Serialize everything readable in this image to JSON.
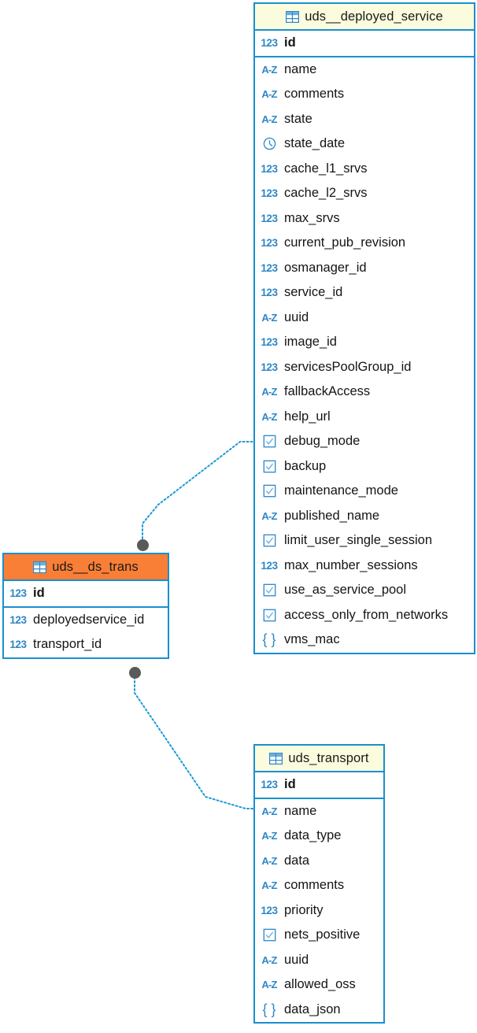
{
  "diagram": {
    "kind": "er-diagram",
    "colors": {
      "border": "#1a8fd0",
      "header_default": "#fbfbdd",
      "header_highlight": "#f97f36",
      "icon_blue": "#2d87c8",
      "link_line": "#1a9ad8",
      "endpoint": "#5a5a5a"
    }
  },
  "tables": [
    {
      "name": "uds__deployed_service",
      "header_style": "cream",
      "icon": "table-grid-icon",
      "primary_keys": [
        {
          "name": "id",
          "type": "numeric",
          "icon": "123"
        }
      ],
      "fields": [
        {
          "name": "name",
          "type": "string",
          "icon": "A-Z"
        },
        {
          "name": "comments",
          "type": "string",
          "icon": "A-Z"
        },
        {
          "name": "state",
          "type": "string",
          "icon": "A-Z"
        },
        {
          "name": "state_date",
          "type": "date",
          "icon": "clock"
        },
        {
          "name": "cache_l1_srvs",
          "type": "numeric",
          "icon": "123"
        },
        {
          "name": "cache_l2_srvs",
          "type": "numeric",
          "icon": "123"
        },
        {
          "name": "max_srvs",
          "type": "numeric",
          "icon": "123"
        },
        {
          "name": "current_pub_revision",
          "type": "numeric",
          "icon": "123"
        },
        {
          "name": "osmanager_id",
          "type": "numeric",
          "icon": "123"
        },
        {
          "name": "service_id",
          "type": "numeric",
          "icon": "123"
        },
        {
          "name": "uuid",
          "type": "string",
          "icon": "A-Z"
        },
        {
          "name": "image_id",
          "type": "numeric",
          "icon": "123"
        },
        {
          "name": "servicesPoolGroup_id",
          "type": "numeric",
          "icon": "123"
        },
        {
          "name": "fallbackAccess",
          "type": "string",
          "icon": "A-Z"
        },
        {
          "name": "help_url",
          "type": "string",
          "icon": "A-Z"
        },
        {
          "name": "debug_mode",
          "type": "boolean",
          "icon": "checkbox"
        },
        {
          "name": "backup",
          "type": "boolean",
          "icon": "checkbox"
        },
        {
          "name": "maintenance_mode",
          "type": "boolean",
          "icon": "checkbox"
        },
        {
          "name": "published_name",
          "type": "string",
          "icon": "A-Z"
        },
        {
          "name": "limit_user_single_session",
          "type": "boolean",
          "icon": "checkbox"
        },
        {
          "name": "max_number_sessions",
          "type": "numeric",
          "icon": "123"
        },
        {
          "name": "use_as_service_pool",
          "type": "boolean",
          "icon": "checkbox"
        },
        {
          "name": "access_only_from_networks",
          "type": "boolean",
          "icon": "checkbox"
        },
        {
          "name": "vms_mac",
          "type": "json",
          "icon": "{ }"
        }
      ]
    },
    {
      "name": "uds__ds_trans",
      "header_style": "orange",
      "icon": "table-grid-icon",
      "primary_keys": [
        {
          "name": "id",
          "type": "numeric",
          "icon": "123"
        }
      ],
      "fields": [
        {
          "name": "deployedservice_id",
          "type": "numeric",
          "icon": "123"
        },
        {
          "name": "transport_id",
          "type": "numeric",
          "icon": "123"
        }
      ]
    },
    {
      "name": "uds_transport",
      "header_style": "cream",
      "icon": "table-grid-icon",
      "primary_keys": [
        {
          "name": "id",
          "type": "numeric",
          "icon": "123"
        }
      ],
      "fields": [
        {
          "name": "name",
          "type": "string",
          "icon": "A-Z"
        },
        {
          "name": "data_type",
          "type": "string",
          "icon": "A-Z"
        },
        {
          "name": "data",
          "type": "string",
          "icon": "A-Z"
        },
        {
          "name": "comments",
          "type": "string",
          "icon": "A-Z"
        },
        {
          "name": "priority",
          "type": "numeric",
          "icon": "123"
        },
        {
          "name": "nets_positive",
          "type": "boolean",
          "icon": "checkbox"
        },
        {
          "name": "uuid",
          "type": "string",
          "icon": "A-Z"
        },
        {
          "name": "allowed_oss",
          "type": "string",
          "icon": "A-Z"
        },
        {
          "name": "data_json",
          "type": "json",
          "icon": "{ }"
        }
      ]
    }
  ],
  "relationships": [
    {
      "name": "ds_trans-to-deployed_service",
      "from_table": "uds__ds_trans",
      "to_table": "uds__deployed_service",
      "from_field": "deployedservice_id",
      "to_field": "id"
    },
    {
      "name": "ds_trans-to-transport",
      "from_table": "uds__ds_trans",
      "to_table": "uds_transport",
      "from_field": "transport_id",
      "to_field": "id"
    }
  ]
}
